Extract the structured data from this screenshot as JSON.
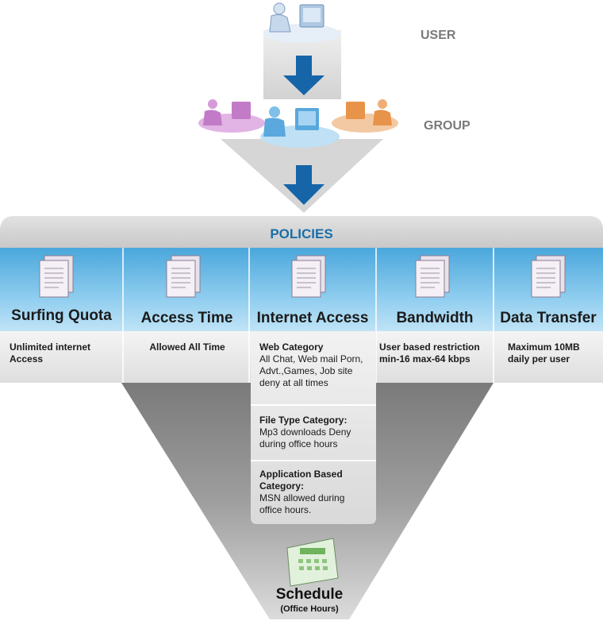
{
  "user_label": "USER",
  "group_label": "GROUP",
  "policies_title": "POLICIES",
  "columns": [
    {
      "title": "Surfing Quota",
      "description": "Unlimited internet Access"
    },
    {
      "title": "Access Time",
      "description": "Allowed All Time"
    },
    {
      "title": "Internet Access"
    },
    {
      "title": "Bandwidth",
      "description": "User based restriction min-16 max-64 kbps"
    },
    {
      "title": "Data Transfer",
      "description": "Maximum 10MB daily per user"
    }
  ],
  "internet_access_sections": [
    {
      "heading": "Web Category",
      "text": "All Chat, Web mail Porn, Advt.,Games, Job site deny at all times"
    },
    {
      "heading": "File Type Category:",
      "text": "Mp3  downloads Deny during office hours"
    },
    {
      "heading": "Application Based Category:",
      "text": "MSN allowed during office hours."
    }
  ],
  "schedule": {
    "title": "Schedule",
    "subtitle": "(Office Hours)"
  },
  "colors": {
    "blue_header": "#7ec3ea",
    "arrow_blue": "#1565a8",
    "funnel_gray": "#9a9a9a",
    "user_figure": "#aec7e2",
    "group_left": "#c27bc7",
    "group_center": "#5aa8dd",
    "group_right": "#e8934a"
  }
}
